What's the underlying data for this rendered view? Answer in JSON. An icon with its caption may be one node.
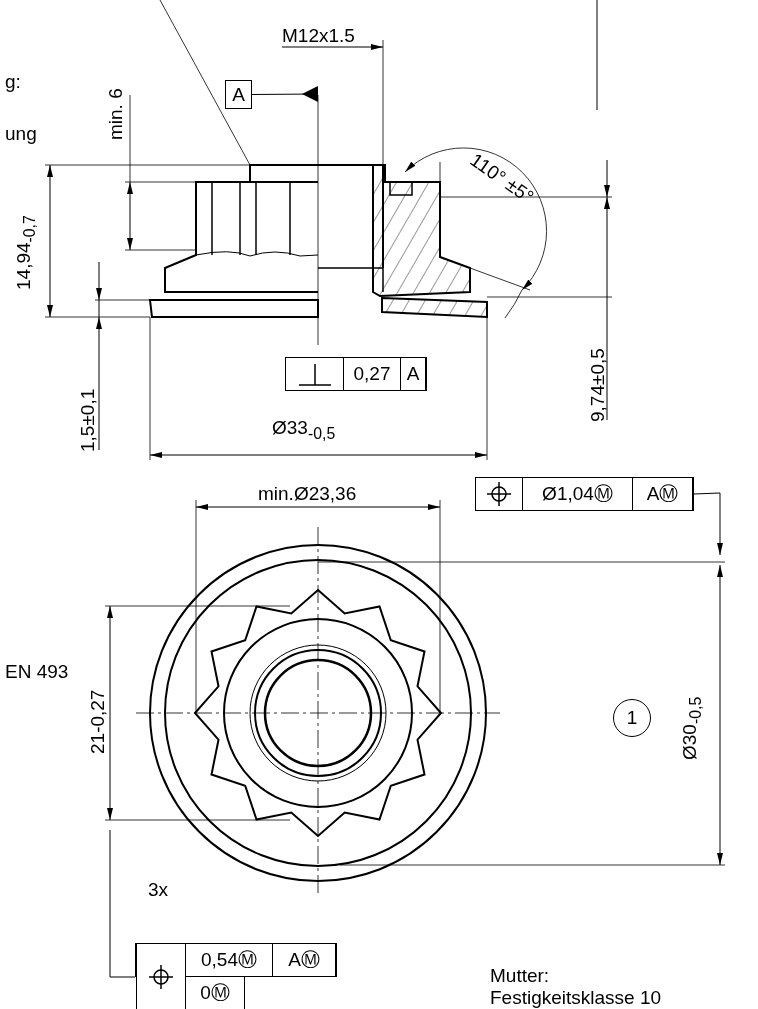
{
  "diagram": {
    "nodes": [
      {
        "text": [
          "A"
        ]
      },
      {
        "text": [
          "0,27",
          "A"
        ]
      },
      {
        "text": [
          "Ø1,04Ⓜ",
          "AⓂ"
        ]
      },
      {
        "text": [
          "1"
        ]
      },
      {
        "text": [
          "0,54Ⓜ",
          "AⓂ",
          "0Ⓜ"
        ]
      }
    ],
    "edges": [
      {
        "from": 0,
        "to": null,
        "arrow": "other"
      },
      {
        "from": 2,
        "to": null,
        "arrow": "to"
      },
      {
        "from": 4,
        "to": null,
        "arrow": "none"
      }
    ],
    "labels": [
      "g:",
      "ung",
      "M12x1.5",
      "min. 6",
      "110° ±5°",
      "14,94$_{-0,7}$",
      "1,5±0,1",
      "9,74±0,5",
      "Ø33$_{-0,5}$",
      "min.Ø23,36",
      "EN 493",
      "21-0,27",
      "Ø30$_{-0,5}$",
      "3x",
      "Mutter:",
      "Festigkeitsklasse 10"
    ]
  }
}
